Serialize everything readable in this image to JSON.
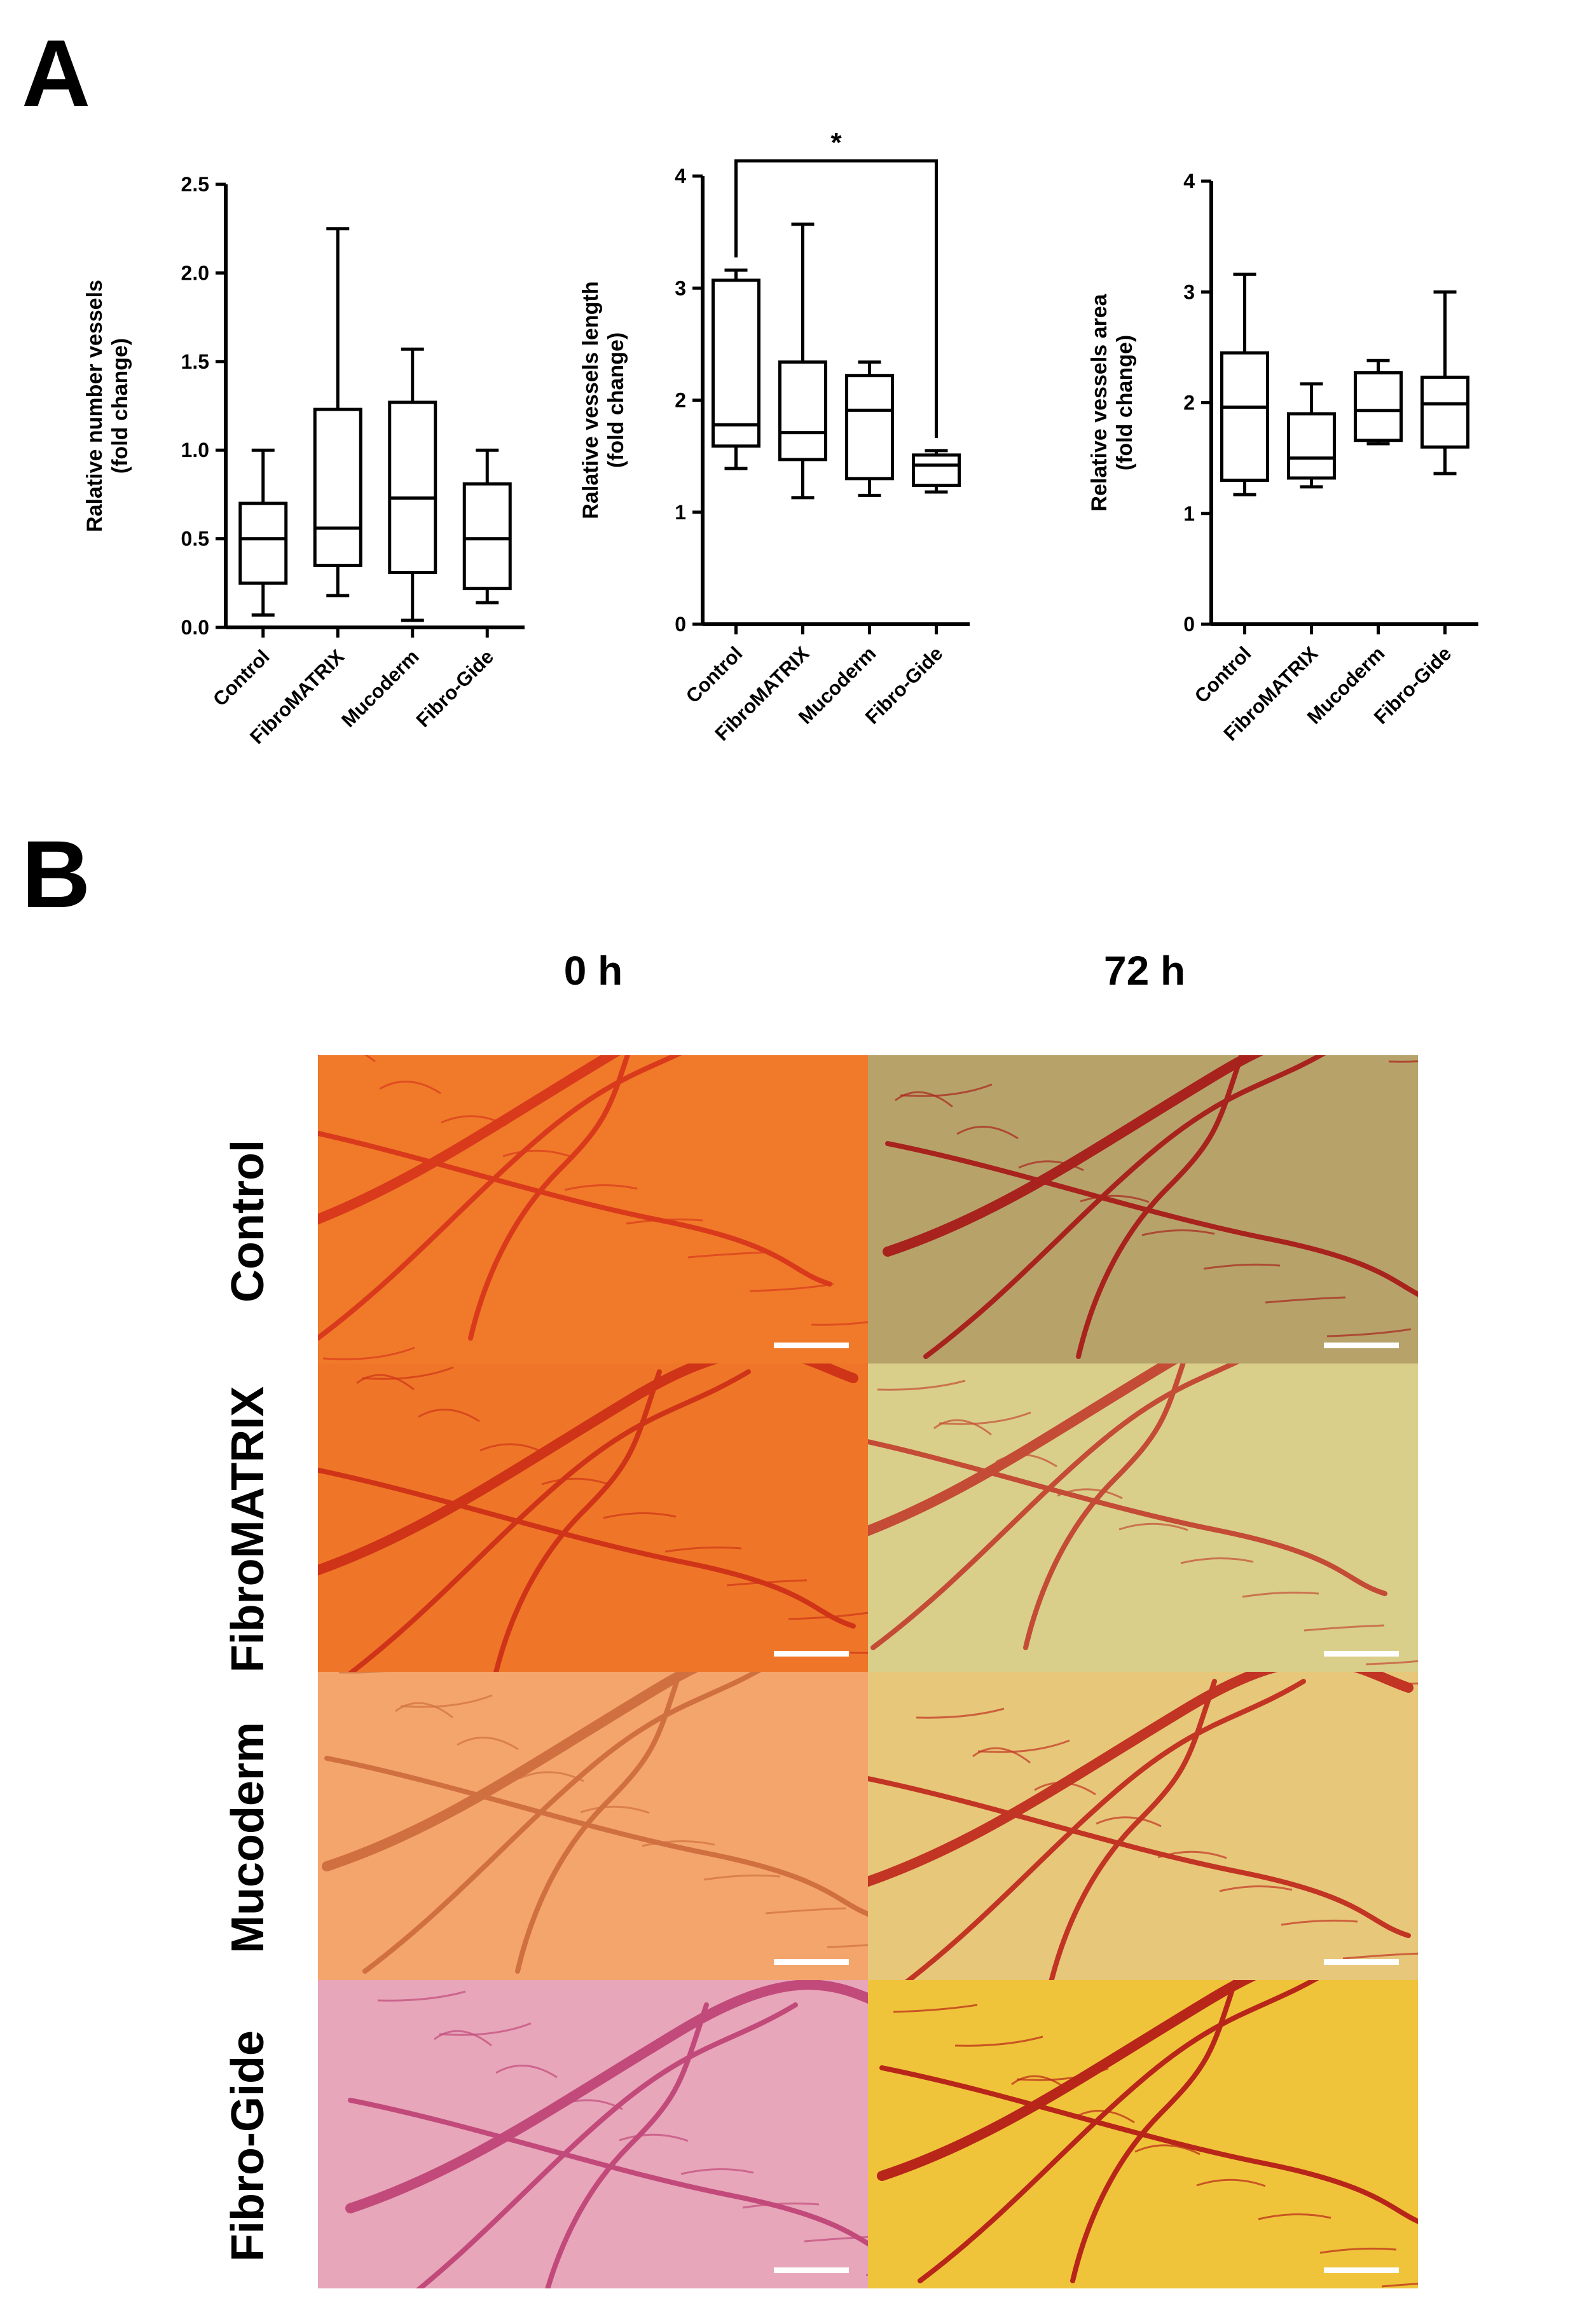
{
  "panels": {
    "a_label": "A",
    "b_label": "B"
  },
  "chart_data": [
    {
      "type": "box",
      "ylabel_line1": "Ralative number vessels",
      "ylabel_line2": "(fold change)",
      "ylim": [
        0,
        2.5
      ],
      "yticks": [
        0,
        0.5,
        1,
        1.5,
        2,
        2.5
      ],
      "ytick_labels": [
        "0.0",
        "0.5",
        "1.0",
        "1.5",
        "2.0",
        "2.5"
      ],
      "categories": [
        "Control",
        "FibroMATRIX",
        "Mucoderm",
        "Fibro-Gide"
      ],
      "boxes": [
        {
          "min": 0.07,
          "q1": 0.25,
          "median": 0.5,
          "q3": 0.7,
          "max": 1.0
        },
        {
          "min": 0.18,
          "q1": 0.35,
          "median": 0.56,
          "q3": 1.23,
          "max": 2.25
        },
        {
          "min": 0.04,
          "q1": 0.31,
          "median": 0.73,
          "q3": 1.27,
          "max": 1.57
        },
        {
          "min": 0.14,
          "q1": 0.22,
          "median": 0.5,
          "q3": 0.81,
          "max": 1.0
        }
      ],
      "significance": []
    },
    {
      "type": "box",
      "ylabel_line1": "Ralative vessels length",
      "ylabel_line2": "(fold change)",
      "ylim": [
        0,
        4
      ],
      "yticks": [
        0,
        1,
        2,
        3,
        4
      ],
      "ytick_labels": [
        "0",
        "1",
        "2",
        "3",
        "4"
      ],
      "categories": [
        "Control",
        "FibroMATRIX",
        "Mucoderm",
        "Fibro-Gide"
      ],
      "boxes": [
        {
          "min": 1.39,
          "q1": 1.59,
          "median": 1.78,
          "q3": 3.07,
          "max": 3.16
        },
        {
          "min": 1.13,
          "q1": 1.47,
          "median": 1.71,
          "q3": 2.34,
          "max": 3.57
        },
        {
          "min": 1.15,
          "q1": 1.3,
          "median": 1.91,
          "q3": 2.22,
          "max": 2.34
        },
        {
          "min": 1.18,
          "q1": 1.24,
          "median": 1.42,
          "q3": 1.51,
          "max": 1.55
        }
      ],
      "significance": [
        {
          "from": 0,
          "to": 3,
          "label": "*"
        }
      ]
    },
    {
      "type": "box",
      "ylabel_line1": "Relative vessels area",
      "ylabel_line2": "(fold change)",
      "ylim": [
        0,
        4
      ],
      "yticks": [
        0,
        1,
        2,
        3,
        4
      ],
      "ytick_labels": [
        "0",
        "1",
        "2",
        "3",
        "4"
      ],
      "categories": [
        "Control",
        "FibroMATRIX",
        "Mucoderm",
        "Fibro-Gide"
      ],
      "boxes": [
        {
          "min": 1.17,
          "q1": 1.3,
          "median": 1.96,
          "q3": 2.45,
          "max": 3.16
        },
        {
          "min": 1.24,
          "q1": 1.32,
          "median": 1.5,
          "q3": 1.9,
          "max": 2.17
        },
        {
          "min": 1.63,
          "q1": 1.66,
          "median": 1.93,
          "q3": 2.27,
          "max": 2.38
        },
        {
          "min": 1.36,
          "q1": 1.6,
          "median": 1.99,
          "q3": 2.23,
          "max": 3.0
        }
      ],
      "significance": []
    }
  ],
  "panel_b": {
    "columns": [
      "0 h",
      "72 h"
    ],
    "rows": [
      "Control",
      "FibroMATRIX",
      "Mucoderm",
      "Fibro-Gide"
    ],
    "image_tints": [
      [
        "#f07a2a",
        "#b7a36a"
      ],
      [
        "#ef7628",
        "#d9cf8a"
      ],
      [
        "#f4a56c",
        "#e7c779"
      ],
      [
        "#e7a6ba",
        "#f0c43a"
      ]
    ],
    "vessel_colors": [
      [
        "#d93a1c",
        "#a8231d"
      ],
      [
        "#cf3418",
        "#c44b35"
      ],
      [
        "#d07040",
        "#c23424"
      ],
      [
        "#c24a7a",
        "#b8261a"
      ]
    ]
  }
}
